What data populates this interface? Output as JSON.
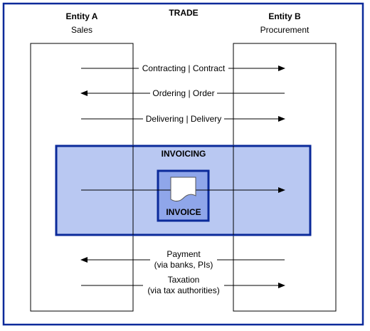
{
  "title": "TRADE",
  "entity_a": {
    "name": "Entity A",
    "role": "Sales"
  },
  "entity_b": {
    "name": "Entity B",
    "role": "Procurement"
  },
  "flows": [
    {
      "label": "Contracting | Contract",
      "direction": "A-to-B"
    },
    {
      "label": "Ordering | Order",
      "direction": "B-to-A"
    },
    {
      "label": "Delivering | Delivery",
      "direction": "A-to-B"
    },
    {
      "label_lines": [
        "Payment",
        "(via banks, PIs)"
      ],
      "direction": "B-to-A"
    },
    {
      "label_lines": [
        "Taxation",
        "(via tax authorities)"
      ],
      "direction": "A-to-B"
    }
  ],
  "invoicing": {
    "title": "INVOICING",
    "document_label": "INVOICE",
    "document_icon": "document-icon",
    "direction": "A-to-B"
  },
  "colors": {
    "border": "#0b2a9a",
    "invoicing_fill": "#b9c8f2",
    "invoice_fill": "#8fa6ea",
    "document_fill": "#ffffff",
    "line": "#000000"
  }
}
